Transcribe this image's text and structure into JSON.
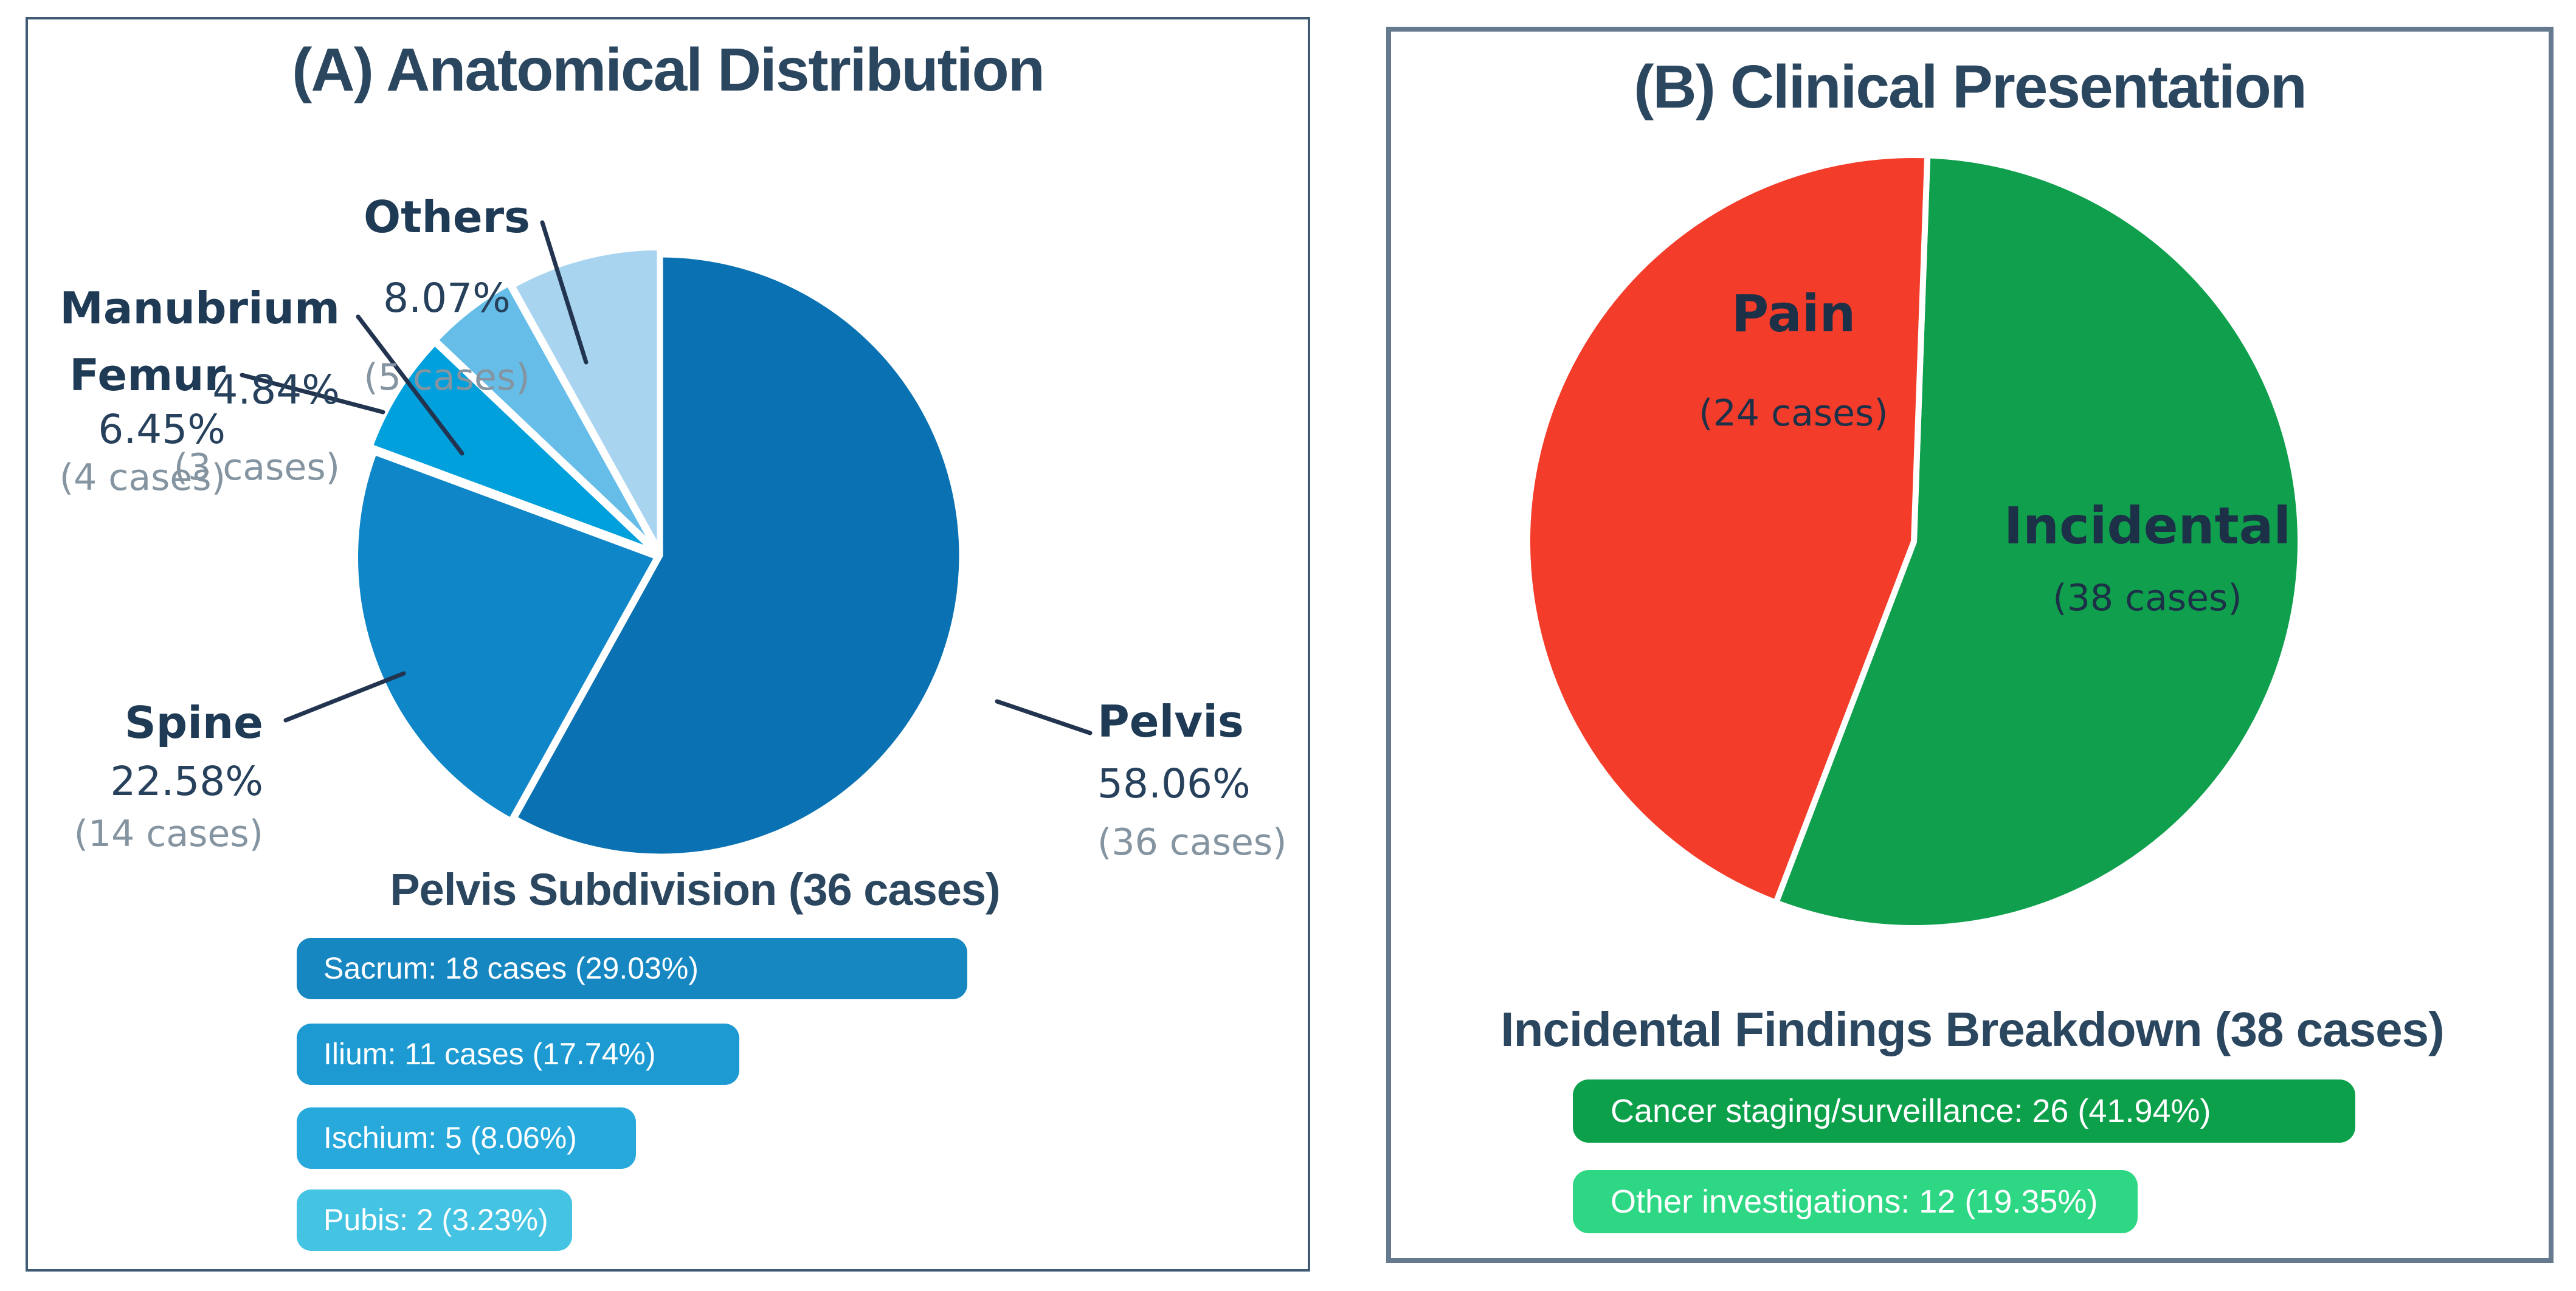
{
  "figure": {
    "background": "#ffffff"
  },
  "chart_data": [
    {
      "type": "pie",
      "panel": "A",
      "title": "(A) Anatomical Distribution",
      "subtitle": "Pelvis Subdivision (36 cases)",
      "legend_position": "none",
      "slices": [
        {
          "label": "Pelvis",
          "value_cases": 36,
          "pct": 58.06,
          "pct_label": "58.06%",
          "cases_label": "(36 cases)",
          "color": "#0a72b2"
        },
        {
          "label": "Spine",
          "value_cases": 14,
          "pct": 22.58,
          "pct_label": "22.58%",
          "cases_label": "(14 cases)",
          "color": "#0e86c8"
        },
        {
          "label": "Femur",
          "value_cases": 4,
          "pct": 6.45,
          "pct_label": "6.45%",
          "cases_label": "(4 cases)",
          "color": "#00a0dc"
        },
        {
          "label": "Manubrium",
          "value_cases": 3,
          "pct": 4.84,
          "pct_label": "4.84%",
          "cases_label": "(3 cases)",
          "color": "#66bee8"
        },
        {
          "label": "Others",
          "value_cases": 5,
          "pct": 8.07,
          "pct_label": "8.07%",
          "cases_label": "(5 cases)",
          "color": "#a8d4f0"
        }
      ],
      "start_angle_deg": 0,
      "clockwise": true,
      "breakdown_bars": [
        {
          "label": "Sacrum: 18 cases (29.03%)",
          "cases": 18,
          "pct": 29.03,
          "color": "#1787c2",
          "width_pct_of_panel": 52.4
        },
        {
          "label": "Ilium: 11 cases (17.74%)",
          "cases": 11,
          "pct": 17.74,
          "color": "#1d9ad2",
          "width_pct_of_panel": 34.6
        },
        {
          "label": "Ischium: 5 (8.06%)",
          "cases": 5,
          "pct": 8.06,
          "color": "#28a9db",
          "width_pct_of_panel": 26.5
        },
        {
          "label": "Pubis: 2 (3.23%)",
          "cases": 2,
          "pct": 3.23,
          "color": "#45c3e3",
          "width_pct_of_panel": 21.5
        }
      ]
    },
    {
      "type": "pie",
      "panel": "B",
      "title": "(B) Clinical Presentation",
      "subtitle": "Incidental Findings Breakdown (38 cases)",
      "legend_position": "none",
      "slices": [
        {
          "label": "Incidental",
          "value_cases": 38,
          "pct": 61.29,
          "pct_label": "",
          "cases_label": "(38 cases)",
          "color": "#10a04d"
        },
        {
          "label": "Pain",
          "value_cases": 24,
          "pct": 38.71,
          "pct_label": "",
          "cases_label": "(24 cases)",
          "color": "#f33d2a"
        }
      ],
      "start_angle_deg": 2,
      "clockwise": true,
      "breakdown_bars": [
        {
          "label": "Cancer staging/surveillance: 26 (41.94%)",
          "cases": 26,
          "pct": 41.94,
          "color": "#0da04b",
          "width_pct_of_panel": 67.6
        },
        {
          "label": "Other investigations: 12 (19.35%)",
          "cases": 12,
          "pct": 19.35,
          "color": "#2ed783",
          "width_pct_of_panel": 48.8
        }
      ]
    }
  ]
}
